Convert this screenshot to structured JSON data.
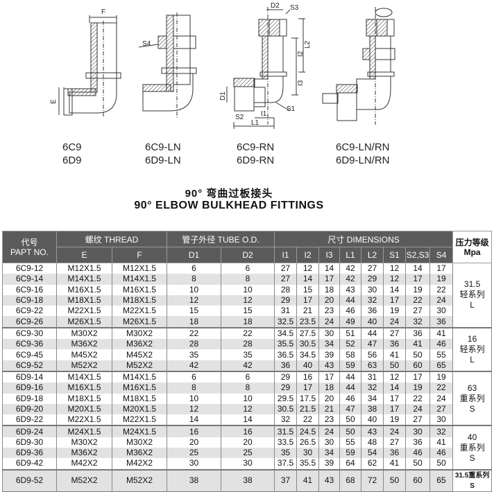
{
  "drawings": {
    "labels": {
      "F": "F",
      "E": "E",
      "S4": "S4",
      "D2": "D2",
      "S3": "S3",
      "L2": "L2",
      "I2": "I2",
      "I3": "I3",
      "D1": "D1",
      "S1": "S1",
      "S2": "S2",
      "I1": "I1",
      "L1": "L1"
    },
    "captions": [
      {
        "line1": "6C9",
        "line2": "6D9"
      },
      {
        "line1": "6C9-LN",
        "line2": "6D9-LN"
      },
      {
        "line1": "6C9-RN",
        "line2": "6D9-RN"
      },
      {
        "line1": "6C9-LN/RN",
        "line2": "6D9-LN/RN"
      }
    ]
  },
  "title_cn": "90° 弯曲过板接头",
  "title_en": "90° ELBOW BULKHEAD FITTINGS",
  "table": {
    "headers": {
      "part_cn": "代号",
      "part_en": "PAPT NO.",
      "thread": "螺纹    THREAD",
      "tube": "管子外径 TUBE O.D.",
      "dims": "尺寸 DIMENSIONS",
      "pressure_cn": "压力等级",
      "pressure_en": "Mpa",
      "sub": [
        "E",
        "F",
        "D1",
        "D2",
        "I1",
        "I2",
        "I3",
        "L1",
        "L2",
        "S1",
        "S2,S3",
        "S4"
      ]
    },
    "rows": [
      [
        "6C9-12",
        "M12X1.5",
        "M12X1.5",
        "6",
        "6",
        "27",
        "12",
        "14",
        "42",
        "27",
        "12",
        "14",
        "17"
      ],
      [
        "6C9-14",
        "M14X1.5",
        "M14X1.5",
        "8",
        "8",
        "27",
        "14",
        "17",
        "42",
        "29",
        "12",
        "17",
        "19"
      ],
      [
        "6C9-16",
        "M16X1.5",
        "M16X1.5",
        "10",
        "10",
        "28",
        "15",
        "18",
        "43",
        "30",
        "14",
        "19",
        "22"
      ],
      [
        "6C9-18",
        "M18X1.5",
        "M18X1.5",
        "12",
        "12",
        "29",
        "17",
        "20",
        "44",
        "32",
        "17",
        "22",
        "24"
      ],
      [
        "6C9-22",
        "M22X1.5",
        "M22X1.5",
        "15",
        "15",
        "31",
        "21",
        "23",
        "46",
        "36",
        "19",
        "27",
        "30"
      ],
      [
        "6C9-26",
        "M26X1.5",
        "M26X1.5",
        "18",
        "18",
        "32.5",
        "23.5",
        "24",
        "49",
        "40",
        "24",
        "32",
        "36"
      ],
      [
        "6C9-30",
        "M30X2",
        "M30X2",
        "22",
        "22",
        "34.5",
        "27.5",
        "30",
        "51",
        "44",
        "27",
        "36",
        "41"
      ],
      [
        "6C9-36",
        "M36X2",
        "M36X2",
        "28",
        "28",
        "35.5",
        "30.5",
        "34",
        "52",
        "47",
        "36",
        "41",
        "46"
      ],
      [
        "6C9-45",
        "M45X2",
        "M45X2",
        "35",
        "35",
        "36.5",
        "34.5",
        "39",
        "58",
        "56",
        "41",
        "50",
        "55"
      ],
      [
        "6C9-52",
        "M52X2",
        "M52X2",
        "42",
        "42",
        "36",
        "40",
        "43",
        "59",
        "63",
        "50",
        "60",
        "65"
      ],
      [
        "6D9-14",
        "M14X1.5",
        "M14X1.5",
        "6",
        "6",
        "29",
        "16",
        "17",
        "44",
        "31",
        "12",
        "17",
        "19"
      ],
      [
        "6D9-16",
        "M16X1.5",
        "M16X1.5",
        "8",
        "8",
        "29",
        "17",
        "18",
        "44",
        "32",
        "14",
        "19",
        "22"
      ],
      [
        "6D9-18",
        "M18X1.5",
        "M18X1.5",
        "10",
        "10",
        "29.5",
        "17.5",
        "20",
        "46",
        "34",
        "17",
        "22",
        "24"
      ],
      [
        "6D9-20",
        "M20X1.5",
        "M20X1.5",
        "12",
        "12",
        "30.5",
        "21.5",
        "21",
        "47",
        "38",
        "17",
        "24",
        "27"
      ],
      [
        "6D9-22",
        "M22X1.5",
        "M22X1.5",
        "14",
        "14",
        "32",
        "22",
        "23",
        "50",
        "40",
        "19",
        "27",
        "30"
      ],
      [
        "6D9-24",
        "M24X1.5",
        "M24X1.5",
        "16",
        "16",
        "31.5",
        "24.5",
        "24",
        "50",
        "43",
        "24",
        "30",
        "32"
      ],
      [
        "6D9-30",
        "M30X2",
        "M30X2",
        "20",
        "20",
        "33.5",
        "26.5",
        "30",
        "55",
        "48",
        "27",
        "36",
        "41"
      ],
      [
        "6D9-36",
        "M36X2",
        "M36X2",
        "25",
        "25",
        "35",
        "30",
        "34",
        "59",
        "54",
        "36",
        "46",
        "46"
      ],
      [
        "6D9-42",
        "M42X2",
        "M42X2",
        "30",
        "30",
        "37.5",
        "35.5",
        "39",
        "64",
        "62",
        "41",
        "50",
        "50"
      ],
      [
        "6D9-52",
        "M52X2",
        "M52X2",
        "38",
        "38",
        "37",
        "41",
        "43",
        "68",
        "72",
        "50",
        "60",
        "65"
      ]
    ],
    "pressure_groups": [
      {
        "start": 0,
        "span": 6,
        "value": "31.5",
        "series": "轻系列",
        "code": "L"
      },
      {
        "start": 6,
        "span": 4,
        "value": "16",
        "series": "轻系列",
        "code": "L"
      },
      {
        "start": 10,
        "span": 5,
        "value": "63",
        "series": "重系列",
        "code": "S"
      },
      {
        "start": 15,
        "span": 4,
        "value": "40",
        "series": "重系列",
        "code": "S"
      },
      {
        "start": 19,
        "span": 1,
        "value": "31.5重系列S",
        "series": "",
        "code": ""
      }
    ]
  }
}
